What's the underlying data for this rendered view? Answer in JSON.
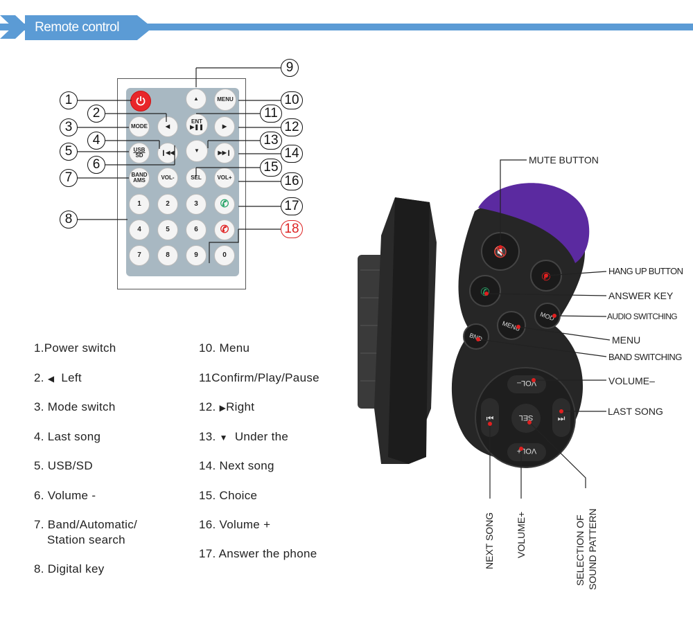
{
  "header": {
    "title": "Remote control"
  },
  "remote": {
    "keys": {
      "menu": "MENU",
      "mode": "MODE",
      "usb": "USB",
      "sd": "SD",
      "ent": "ENT",
      "band": "BAND",
      "ams": "AMS",
      "vol_minus": "VOL-",
      "sel": "SEL",
      "vol_plus": "VOL+",
      "digits": [
        "1",
        "2",
        "3",
        "4",
        "5",
        "6",
        "7",
        "8",
        "9",
        "0"
      ]
    },
    "callouts": [
      "1",
      "2",
      "3",
      "4",
      "5",
      "6",
      "7",
      "8",
      "9",
      "10",
      "11",
      "12",
      "13",
      "14",
      "15",
      "16",
      "17",
      "18"
    ]
  },
  "legend": {
    "left": [
      "1.Power switch",
      "2.",
      "Left",
      "3. Mode switch",
      "4. Last song",
      "5. USB/SD",
      "6. Volume -",
      "7. Band/Automatic/",
      "Station search",
      "8. Digital key"
    ],
    "right": [
      "10. Menu",
      "11Confirm/Play/Pause",
      "12.",
      "Right",
      "13.",
      "Under the",
      "14. Next song",
      "15. Choice",
      "16. Volume +",
      "17. Answer the phone"
    ]
  },
  "controller": {
    "callouts": {
      "mute": "MUTE BUTTON",
      "hangup": "HANG UP BUTTON",
      "answer": "ANSWER KEY",
      "audio": "AUDIO SWITCHING",
      "menu": "MENU",
      "band": "BAND SWITCHING",
      "vol_minus": "VOLUME–",
      "last": "LAST SONG",
      "next": "NEXT SONG",
      "vol_plus": "VOLUME+",
      "sel1": "SELECTION OF",
      "sel2": "SOUND PATTERN"
    },
    "keys": {
      "vol_minus": "VOL–",
      "sel": "SEL",
      "vol_plus": "VOL+",
      "mod": "MOD",
      "menu": "MENU",
      "bnd": "BND"
    }
  },
  "colors": {
    "accent": "#5b9bd5",
    "power": "#e8262a",
    "answer": "#2aa66a",
    "hangup": "#e02020",
    "dome": "#5b2aa0"
  }
}
